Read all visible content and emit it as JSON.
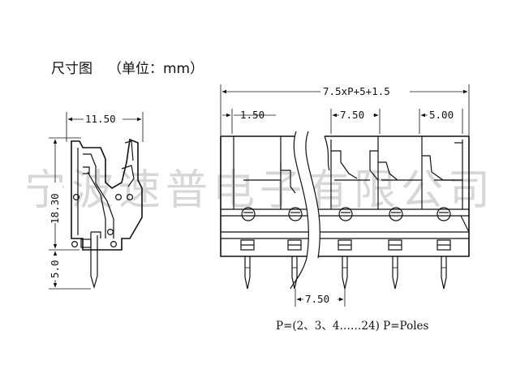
{
  "header": {
    "title": "尺寸图",
    "unit": "（单位：mm）"
  },
  "watermark": "宁波速普电子有限公司",
  "side_view": {
    "width_label": "11.50",
    "height_label": "18.30",
    "pin_label": "5.0"
  },
  "front_view": {
    "total_label": "7.5xP+5+1.5",
    "left_margin_label": "1.50",
    "pitch_label": "7.50",
    "right_margin_label": "5.00",
    "pin_pitch_label": "7.50"
  },
  "footnote": "P=(2、3、4……24) P=Poles"
}
